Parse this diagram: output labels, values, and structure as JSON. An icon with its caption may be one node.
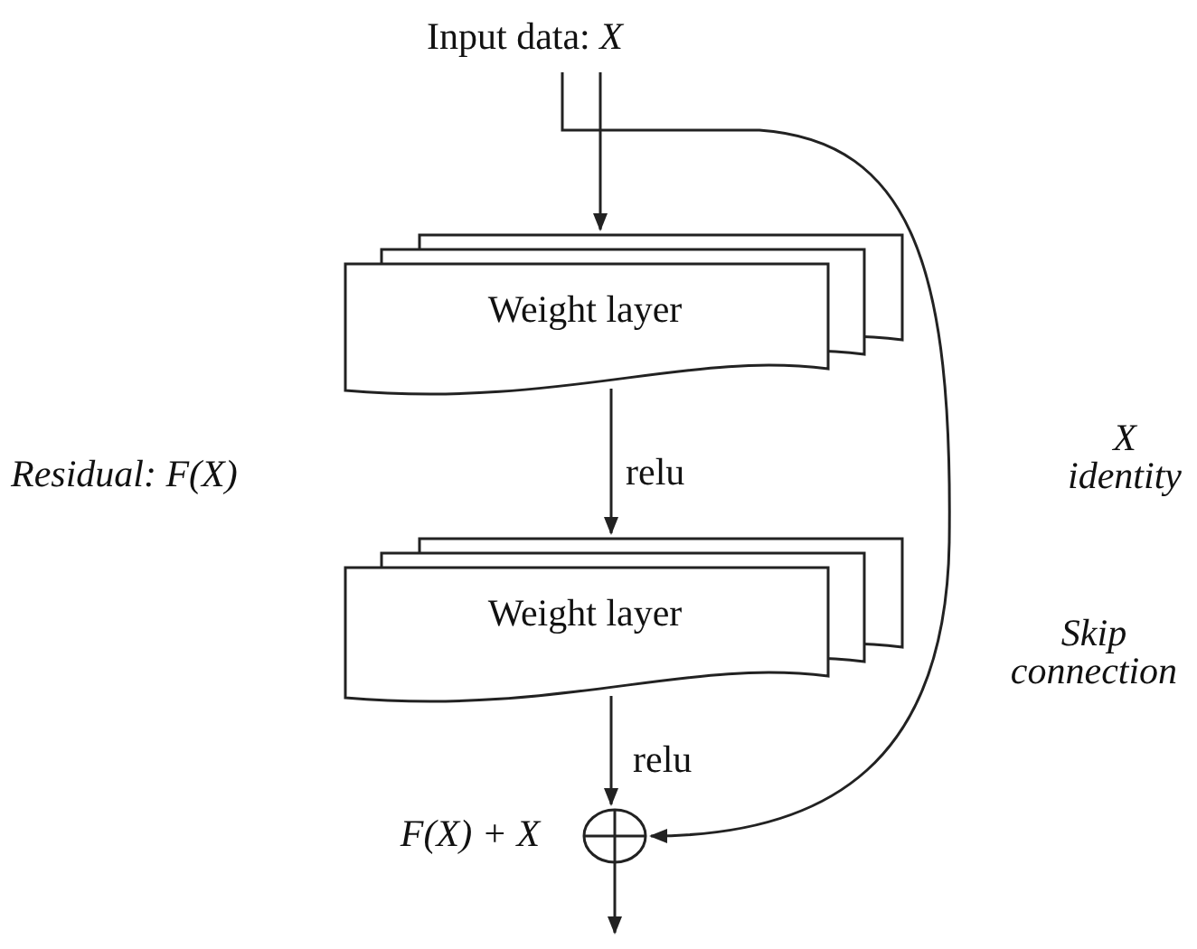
{
  "diagram": {
    "nodes": [
      {
        "text": [
          "Input data: *X*"
        ]
      },
      {
        "text": [
          "Weight layer"
        ]
      },
      {
        "text": [
          "Weight layer"
        ]
      },
      {
        "text": [],
        "shape": "circle",
        "beside": [
          "F(X) + X"
        ]
      }
    ],
    "edges": [
      {
        "from": 0,
        "to": 1,
        "arrow": "to"
      },
      {
        "from": 1,
        "to": 2,
        "arrow": "to",
        "label": "relu"
      },
      {
        "from": 2,
        "to": 3,
        "arrow": "to",
        "label": "relu"
      },
      {
        "from": 0,
        "to": 3,
        "arrow": "to"
      },
      {
        "from": 3,
        "to": null,
        "arrow": "to"
      }
    ],
    "labels": [
      "Residual: F(X)",
      "X identity",
      "Skip connection"
    ]
  }
}
